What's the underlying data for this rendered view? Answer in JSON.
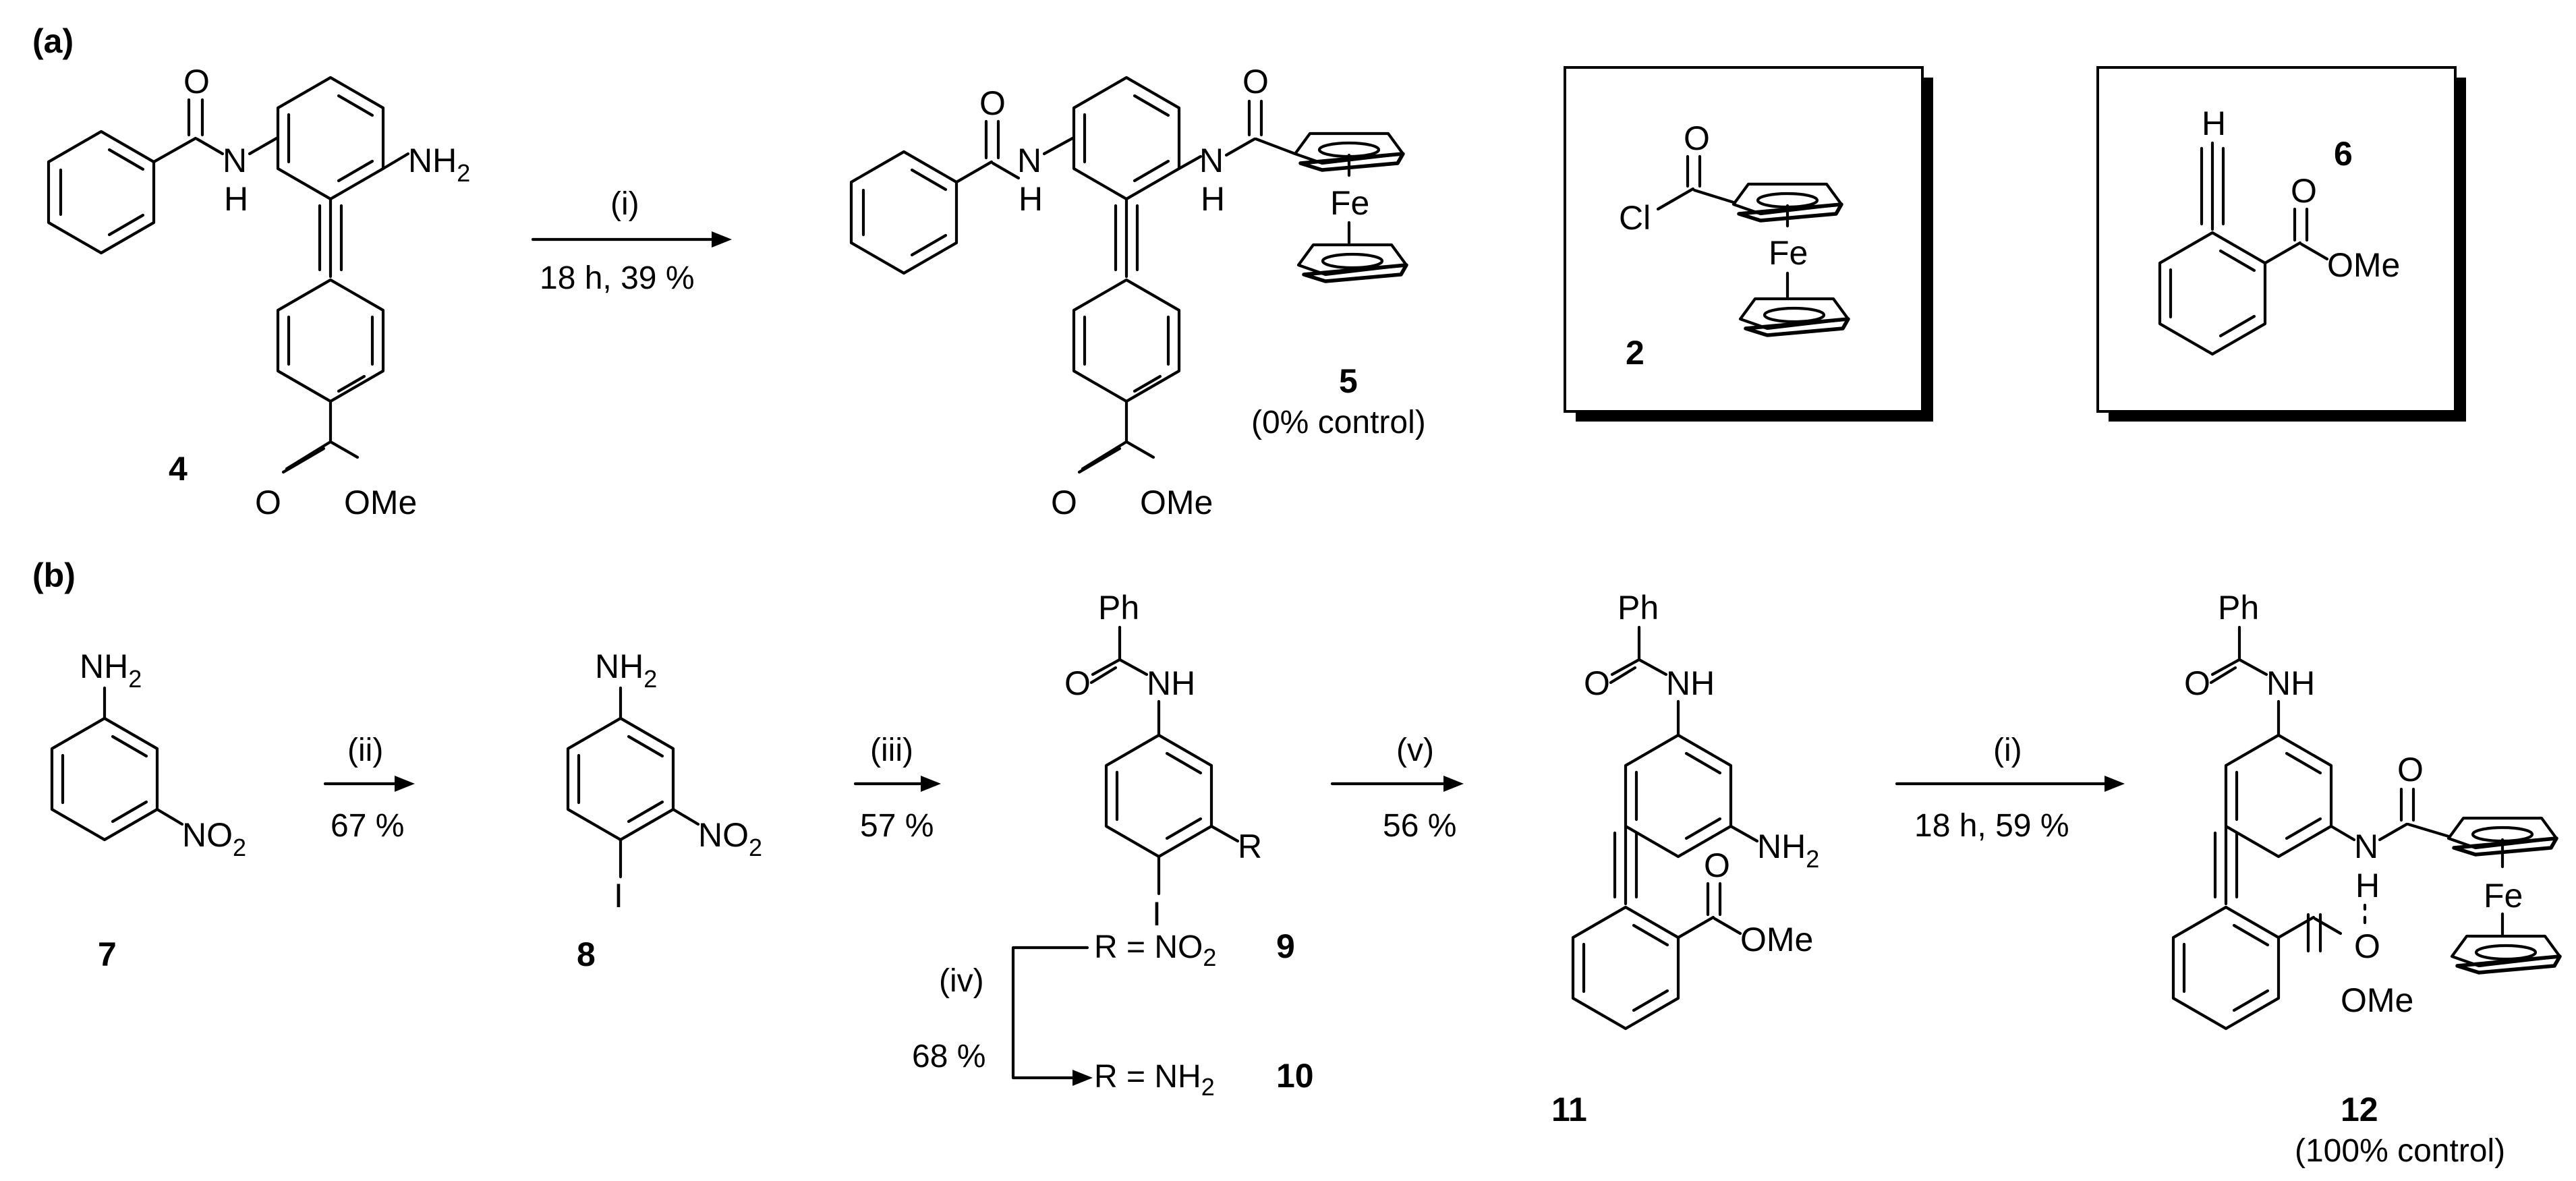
{
  "panels": {
    "a": "(a)",
    "b": "(b)"
  },
  "atoms": {
    "O": "O",
    "H": "H",
    "N": "N",
    "NH": "NH",
    "NH2_N": "NH",
    "sub2": "2",
    "OMe": "OMe",
    "Fe": "Fe",
    "Cl": "Cl",
    "Ph": "Ph",
    "I": "I",
    "NO": "NO",
    "R": "R"
  },
  "conditions": {
    "i_label": "(i)",
    "i_a": "18 h, 39 %",
    "i_b": "18 h, 59 %",
    "ii_label": "(ii)",
    "ii_yield": "67 %",
    "iii_label": "(iii)",
    "iii_yield": "57 %",
    "iv_label": "(iv)",
    "iv_yield": "68 %",
    "v_label": "(v)",
    "v_yield": "56 %"
  },
  "r_groups": {
    "r_no2_prefix": "R = NO",
    "r_nh2_prefix": "R = NH"
  },
  "compounds": {
    "c2": "2",
    "c4": "4",
    "c5": "5",
    "c5_note": "(0% control)",
    "c6": "6",
    "c7": "7",
    "c8": "8",
    "c9": "9",
    "c10": "10",
    "c11": "11",
    "c12": "12",
    "c12_note": "(100% control)"
  }
}
